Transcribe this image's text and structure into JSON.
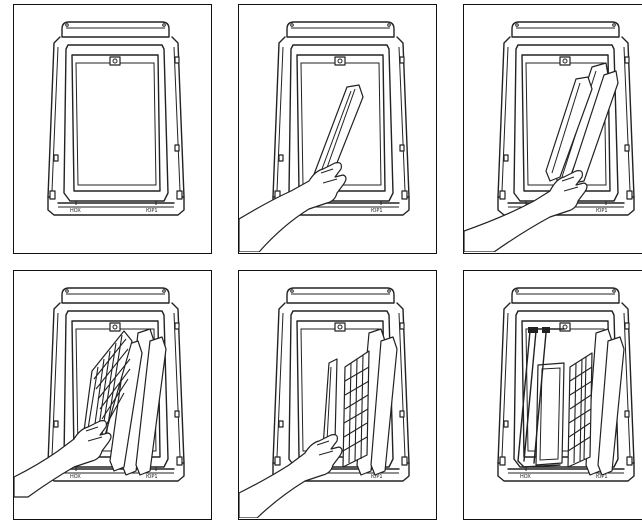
{
  "figure": {
    "panels": [
      {
        "step": 1,
        "content": "empty-housing",
        "hand": false
      },
      {
        "step": 2,
        "content": "insert-first-filter",
        "hand": true
      },
      {
        "step": 3,
        "content": "insert-second-filter",
        "hand": true
      },
      {
        "step": 4,
        "content": "insert-mesh-filter",
        "hand": true
      },
      {
        "step": 5,
        "content": "insert-narrow-filter",
        "hand": true
      },
      {
        "step": 6,
        "content": "all-filters-installed",
        "hand": false
      }
    ],
    "colors": {
      "line": "#222222",
      "background": "#ffffff",
      "border": "#111111"
    },
    "housing_marks": {
      "left_label": "HOX",
      "right_label": "ЮP1"
    }
  }
}
